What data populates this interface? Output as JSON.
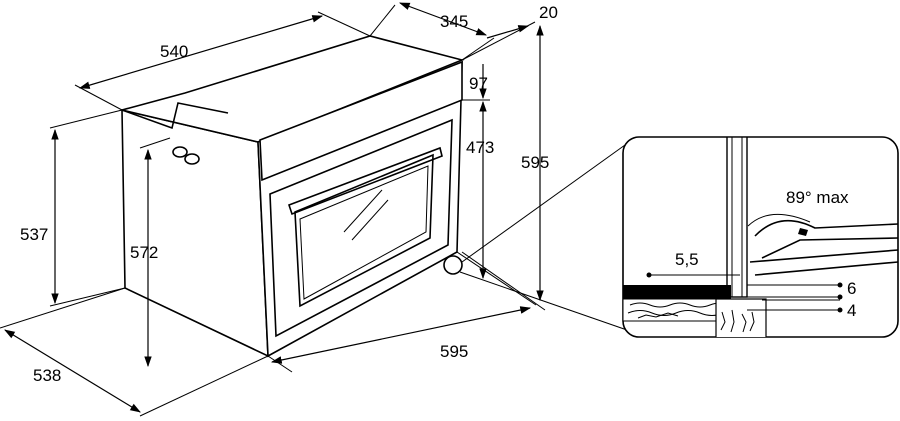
{
  "dimensions": {
    "top_depth": "540",
    "rear_depth": "345",
    "front_offset": "20",
    "control_panel": "97",
    "door_height": "473",
    "total_height": "595",
    "left_height": "537",
    "cavity_height": "572",
    "base_depth": "538",
    "front_width": "595"
  },
  "detail": {
    "hinge_angle": "89° max",
    "gap": "5,5",
    "level_upper": "6",
    "level_lower": "4"
  },
  "colors": {
    "line": "#000000",
    "background": "#ffffff"
  }
}
